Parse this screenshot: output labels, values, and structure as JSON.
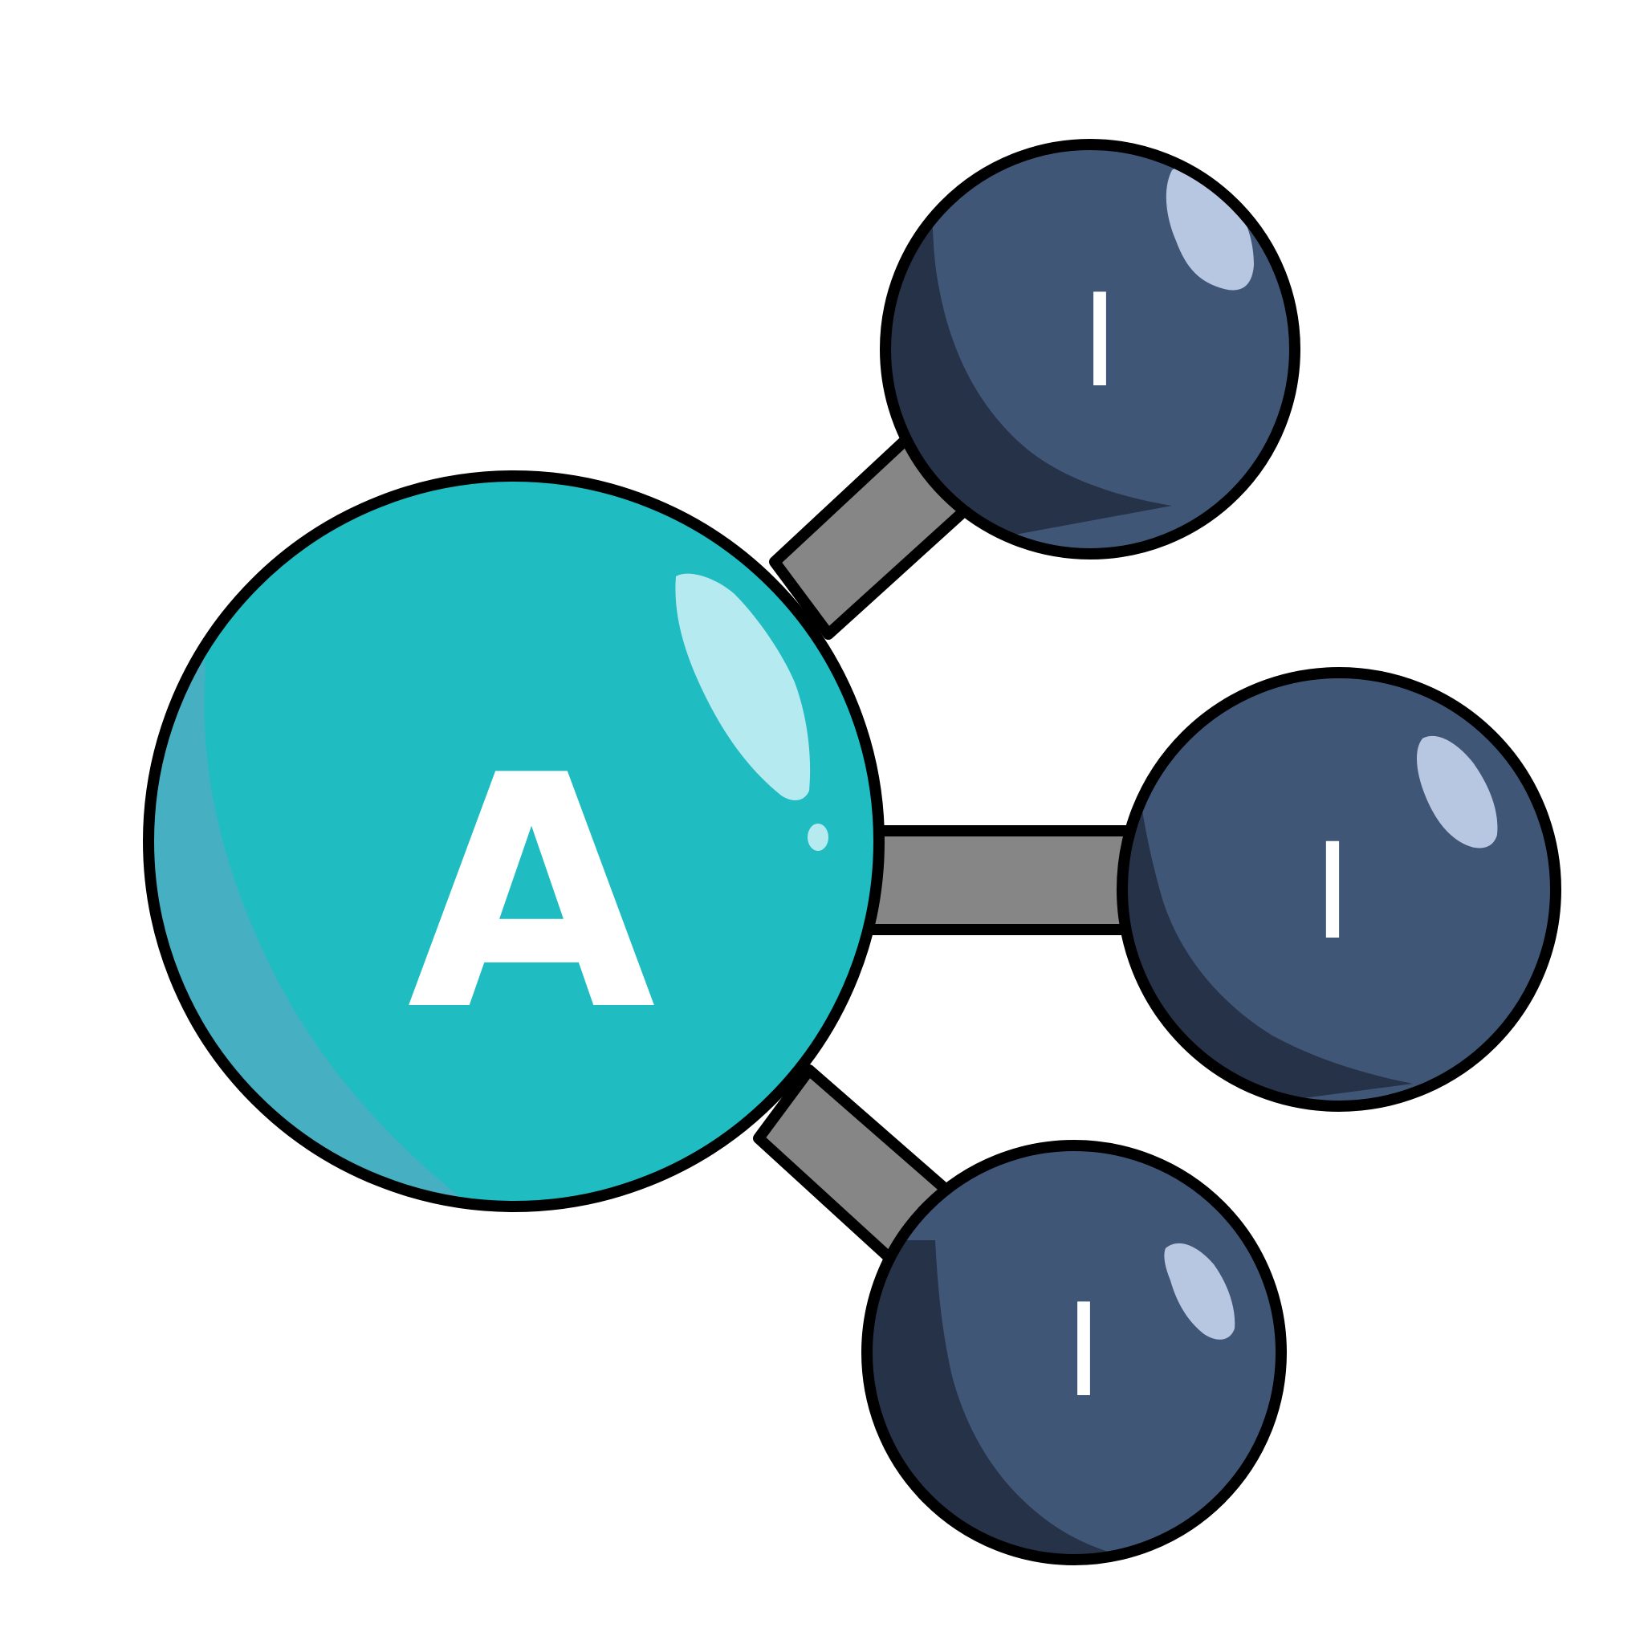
{
  "diagram": {
    "central_atom": {
      "label": "A",
      "fill": "#1fbcc2",
      "shade": "#47afc2",
      "highlight": "#b4eaf0",
      "label_color": "#ffffff"
    },
    "outer_atoms": [
      {
        "label": "I",
        "fill": "#405677",
        "shade": "#253247",
        "highlight": "#b8c7e1",
        "label_color": "#ffffff"
      },
      {
        "label": "I",
        "fill": "#405677",
        "shade": "#253247",
        "highlight": "#b8c7e1",
        "label_color": "#ffffff"
      },
      {
        "label": "I",
        "fill": "#405677",
        "shade": "#253247",
        "highlight": "#b8c7e1",
        "label_color": "#ffffff"
      }
    ],
    "bonds": [
      {
        "from": "A",
        "to": "I",
        "type": "single"
      },
      {
        "from": "A",
        "to": "I",
        "type": "single"
      },
      {
        "from": "A",
        "to": "I",
        "type": "single"
      }
    ],
    "colors": {
      "bond": "#868686",
      "outline": "#000000",
      "background": "#ffffff"
    }
  }
}
